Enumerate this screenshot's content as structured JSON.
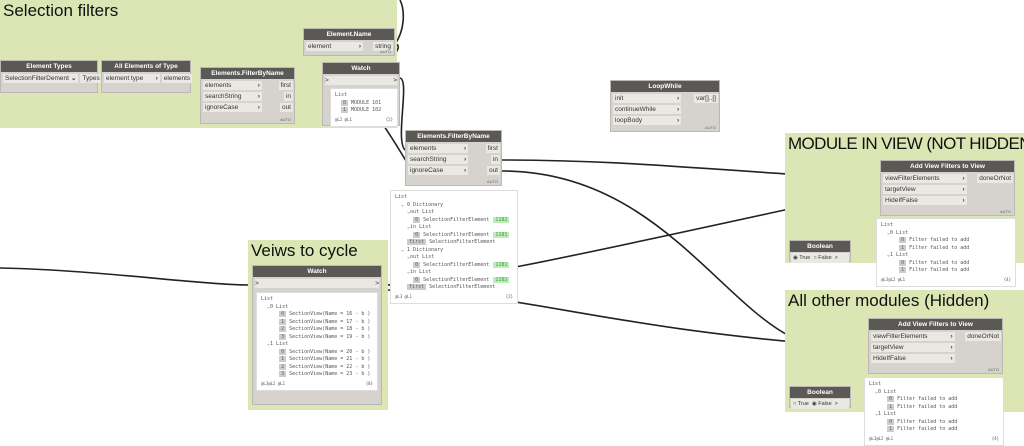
{
  "groups": [
    {
      "id": "g1",
      "title": "Selection filters"
    },
    {
      "id": "g2",
      "title": "Veiws to cycle"
    },
    {
      "id": "g3",
      "title": "MODULE IN VIEW (NOT HIDDEN)"
    },
    {
      "id": "g4",
      "title": "All other modules (Hidden)"
    }
  ],
  "nodes": [
    {
      "id": "n1",
      "title": "Element Types",
      "inputs": [
        {
          "label": "SelectionFilterDement",
          "dropdown": true
        }
      ],
      "outputs": [
        "Types"
      ]
    },
    {
      "id": "n2",
      "title": "All Elements of Type",
      "inputs": [
        {
          "label": "element type"
        }
      ],
      "outputs": [
        "elements"
      ]
    },
    {
      "id": "n3",
      "title": "Elements.FilterByName",
      "inputs": [
        {
          "label": "elements"
        },
        {
          "label": "searchString"
        },
        {
          "label": "ignoreCase"
        }
      ],
      "outputs": [
        "first",
        "in",
        "out"
      ],
      "lacing": "AUTO"
    },
    {
      "id": "n4",
      "title": "Element.Name",
      "inputs": [
        {
          "label": "element"
        }
      ],
      "outputs": [
        "string"
      ],
      "lacing": "AUTO"
    },
    {
      "id": "n5",
      "title": "Watch",
      "watch": true
    },
    {
      "id": "n6",
      "title": "Elements.FilterByName",
      "inputs": [
        {
          "label": "elements"
        },
        {
          "label": "searchString"
        },
        {
          "label": "ignoreCase"
        }
      ],
      "outputs": [
        "first",
        "in",
        "out"
      ],
      "lacing": "AUTO"
    },
    {
      "id": "n7",
      "title": "LoopWhile",
      "inputs": [
        {
          "label": "init"
        },
        {
          "label": "continueWhile"
        },
        {
          "label": "loopBody"
        }
      ],
      "outputs": [
        "var[]..[]"
      ],
      "lacing": "AUTO"
    },
    {
      "id": "n8",
      "title": "Watch",
      "watch": true
    },
    {
      "id": "n9",
      "title": "Add View Filters to View",
      "inputs": [
        {
          "label": "viewFilterElements"
        },
        {
          "label": "targetView"
        },
        {
          "label": "HideIfFalse"
        }
      ],
      "outputs": [
        "doneOrNot"
      ],
      "lacing": "AUTO"
    },
    {
      "id": "n10",
      "title": "Boolean",
      "bool": {
        "true_label": "True",
        "false_label": "False",
        "value": true
      }
    },
    {
      "id": "n11",
      "title": "Add View Filters to View",
      "inputs": [
        {
          "label": "viewFilterElements"
        },
        {
          "label": "targetView"
        },
        {
          "label": "HideIfFalse"
        }
      ],
      "outputs": [
        "doneOrNot"
      ],
      "lacing": "AUTO"
    },
    {
      "id": "n12",
      "title": "Boolean",
      "bool": {
        "true_label": "True",
        "false_label": "False",
        "value": false
      }
    }
  ],
  "previews": [
    {
      "id": "p5",
      "lines": [
        [
          "List"
        ],
        [
          "  ",
          "0",
          "MODULE 101"
        ],
        [
          "  ",
          "1",
          "MODULE 102"
        ]
      ],
      "levels": "@L2 @L1",
      "count": "{2}"
    },
    {
      "id": "p6",
      "lines": [
        [
          "List"
        ],
        [
          "  ⌄ 0 Dictionary"
        ],
        [
          "    ⌄out List"
        ],
        [
          "      ",
          "0",
          "SelectionFilterElement",
          "1182"
        ],
        [
          "    ⌄in List"
        ],
        [
          "      ",
          "0",
          "SelectionFilterElement",
          "1181"
        ],
        [
          "    ",
          "first",
          "SelectionFilterElement"
        ],
        [
          "  ⌄ 1 Dictionary"
        ],
        [
          "    ⌄out List"
        ],
        [
          "      ",
          "0",
          "SelectionFilterElement",
          "1181"
        ],
        [
          "    ⌄in List"
        ],
        [
          "      ",
          "0",
          "SelectionFilterElement",
          "1182"
        ],
        [
          "    ",
          "first",
          "SelectionFilterElement"
        ]
      ],
      "levels": "@L3 @L1",
      "count": "{2}"
    },
    {
      "id": "p8",
      "lines": [
        [
          "List"
        ],
        [
          "  ⌄0 List"
        ],
        [
          "      ",
          "0",
          "SectionView(Name = 16 - b )"
        ],
        [
          "      ",
          "1",
          "SectionView(Name = 17 - b )"
        ],
        [
          "      ",
          "2",
          "SectionView(Name = 18 - b )"
        ],
        [
          "      ",
          "3",
          "SectionView(Name = 19 - b )"
        ],
        [
          "  ⌄1 List"
        ],
        [
          "      ",
          "0",
          "SectionView(Name = 20 - b )"
        ],
        [
          "      ",
          "1",
          "SectionView(Name = 21 - b )"
        ],
        [
          "      ",
          "2",
          "SectionView(Name = 22 - b )"
        ],
        [
          "      ",
          "3",
          "SectionView(Name = 23 - b )"
        ]
      ],
      "levels": "@L3@L2 @L1",
      "count": "{8}"
    },
    {
      "id": "p9",
      "lines": [
        [
          "List"
        ],
        [
          "  ⌄0 List"
        ],
        [
          "      ",
          "0",
          "Filter failed to add"
        ],
        [
          "      ",
          "1",
          "Filter failed to add"
        ],
        [
          "  ⌄1 List"
        ],
        [
          "      ",
          "0",
          "Filter failed to add"
        ],
        [
          "      ",
          "1",
          "Filter failed to add"
        ]
      ],
      "levels": "@L3@L2 @L1",
      "count": "{4}"
    },
    {
      "id": "p11",
      "lines": [
        [
          "List"
        ],
        [
          "  ⌄0 List"
        ],
        [
          "      ",
          "0",
          "Filter failed to add"
        ],
        [
          "      ",
          "1",
          "Filter failed to add"
        ],
        [
          "  ⌄1 List"
        ],
        [
          "      ",
          "0",
          "Filter failed to add"
        ],
        [
          "      ",
          "1",
          "Filter failed to add"
        ]
      ],
      "levels": "@L3@L2 @L1",
      "count": "{4}"
    }
  ],
  "colors": {
    "group": "#dbe6b4",
    "node_header": "#5b5955",
    "node_body": "#d6d3ce",
    "wire": "#222222"
  }
}
